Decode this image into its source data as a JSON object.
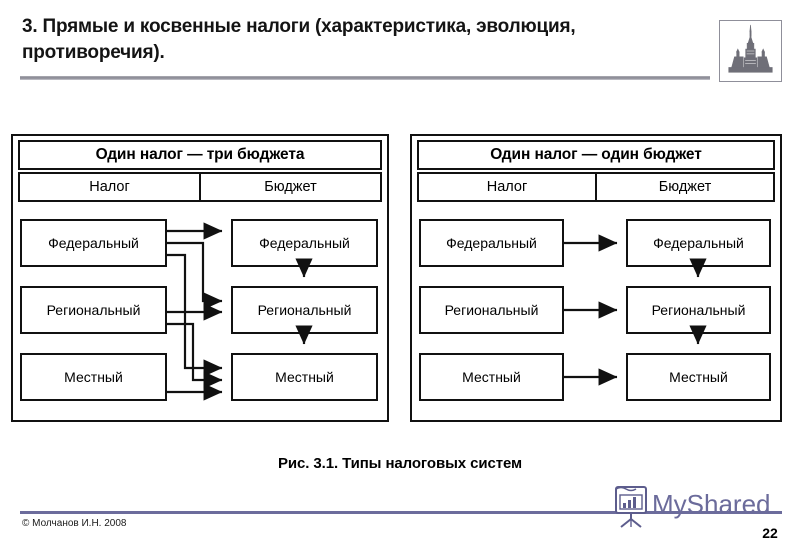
{
  "header": {
    "title": "3. Прямые и косвенные налоги (характеристика, эволюция, противоречия).",
    "logo_name": "msu-main-building-emblem",
    "rule_color": "#85858f"
  },
  "diagrams": [
    {
      "title": "Один налог — три бюджета",
      "columns": [
        "Налог",
        "Бюджет"
      ],
      "tax_nodes": [
        "Федеральный",
        "Региональный",
        "Местный"
      ],
      "budget_nodes": [
        "Федеральный",
        "Региональный",
        "Местный"
      ],
      "flows": [
        {
          "from": "Федеральный",
          "to": "Федеральный"
        },
        {
          "from": "Федеральный",
          "to": "Региональный"
        },
        {
          "from": "Федеральный",
          "to": "Местный"
        },
        {
          "from": "Региональный",
          "to": "Региональный"
        },
        {
          "from": "Региональный",
          "to": "Местный"
        },
        {
          "from": "Местный",
          "to": "Местный"
        },
        {
          "from": "Бюджет Федеральный",
          "to": "Бюджет Региональный"
        },
        {
          "from": "Бюджет Региональный",
          "to": "Бюджет Местный"
        }
      ]
    },
    {
      "title": "Один налог — один бюджет",
      "columns": [
        "Налог",
        "Бюджет"
      ],
      "tax_nodes": [
        "Федеральный",
        "Региональный",
        "Местный"
      ],
      "budget_nodes": [
        "Федеральный",
        "Региональный",
        "Местный"
      ],
      "flows": [
        {
          "from": "Федеральный",
          "to": "Федеральный"
        },
        {
          "from": "Региональный",
          "to": "Региональный"
        },
        {
          "from": "Местный",
          "to": "Местный"
        },
        {
          "from": "Бюджет Федеральный",
          "to": "Бюджет Региональный"
        },
        {
          "from": "Бюджет Региональный",
          "to": "Бюджет Местный"
        }
      ]
    }
  ],
  "caption": "Рис. 3.1.  Типы налоговых систем",
  "footer": {
    "credit": "© Молчанов И.Н. 2008",
    "page_number": "22",
    "brand": "MyShared",
    "brand_color": "#6b6b9b",
    "rule_color": "#6c6c9c",
    "brand_icon": "flipchart-chart-icon"
  }
}
